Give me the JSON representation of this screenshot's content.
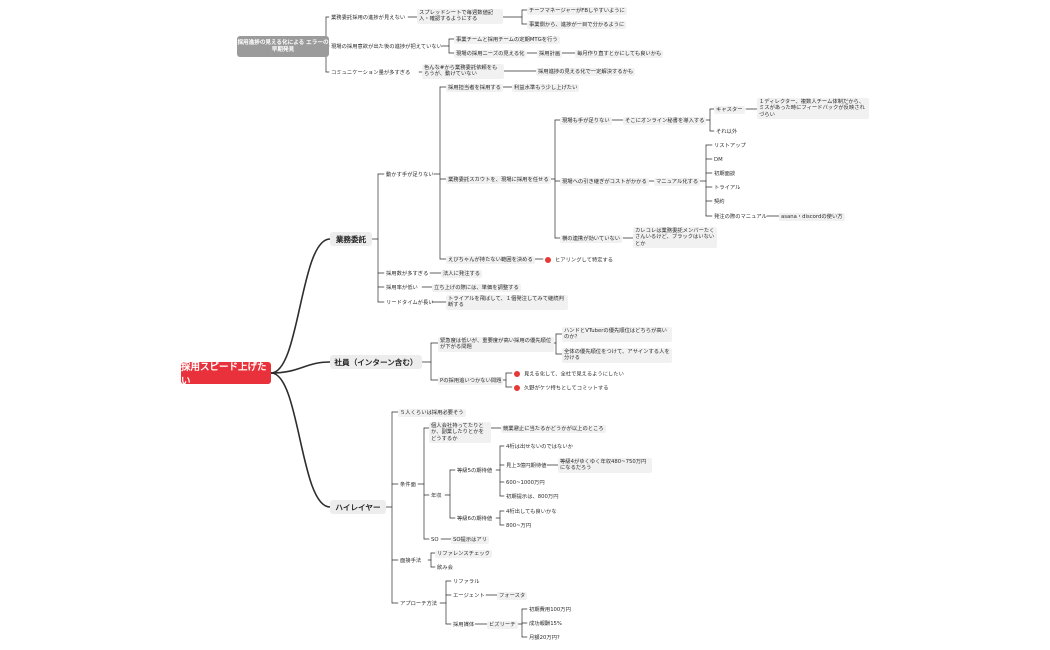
{
  "root": "採用スピード上げたい",
  "branches": {
    "gyomu": "業務委託",
    "shain": "社員（インターン含む）",
    "high": "ハイレイヤー"
  },
  "floating": {
    "title": "採用進捗の見える化による エラーの早期発見",
    "f1": "業務委託採用の進捗が見えない",
    "f1a": "スプレッドシートで毎週数値記入・確認するようにする",
    "f1a1": "チーフマネージャーがFBしやすいように",
    "f1a2": "事業側から、進捗が一目で分かるように",
    "f2": "現場の採用意欲が出た後の進捗が把えていない",
    "f2a": "事業チームと採用チームの定期MTGを行う",
    "f2b": "現場の採用ニーズの見える化",
    "f2b1": "採用計画",
    "f2b1a": "毎月作り直すとかにしても良いかも",
    "f3": "コミュニケーション量が多すぎる",
    "f3a": "色んな#から業務委託依頼をもらうが、動けていない",
    "f3a1": "採用進捗の見える化で一定解決するかも"
  },
  "gyomu": {
    "g1": "動かす手が足りない",
    "g1a": "採用担当者を採用する",
    "g1a1": "利益水準もう少し上げたい",
    "g1b": "業務委託スカウトを、現場に採用を任せる",
    "g1b1": "現場も手が足りない",
    "g1b1a": "そこにオンライン秘書を導入する",
    "g1b1a1": "キャスター",
    "g1b1a1a": "１ディレクター、複数人チーム体制だから、ミスがあった時にフィードバックが反映されづらい",
    "g1b1a2": "それ以外",
    "g1b2": "現場への引き継ぎがコストがかかる",
    "g1b2a": "マニュアル化する",
    "m1": "リストアップ",
    "m2": "DM",
    "m3": "初期面談",
    "m4": "トライアル",
    "m5": "契約",
    "m6": "発注の際のマニュアル",
    "m6a": "asana・discordの使い方",
    "g1b3": "横の連携が効いていない",
    "g1b3a": "カレコレは業務委託メンバーたくさんいるけど、ブラックはいないとか",
    "g1c": "えびちゃんが持たない範囲を決める",
    "g1c1": "ヒアリングして特定する",
    "g2": "採用数が多すぎる",
    "g2a": "法人に発注する",
    "g3": "採用率が低い",
    "g3a": "立ち上げの際には、単価を調整する",
    "g4": "リードタイムが長い",
    "g4a": "トライアルを飛ばして、１個発注してみて継続判断する"
  },
  "shain": {
    "s1": "緊急度は低いが、重要度が高い採用の優先順位が下がる問題",
    "s1a": "ハンドとVTuberの優先順位はどちらが高いのか？",
    "s1b": "全体の優先順位をつけて、アサインする人を分ける",
    "s2": "Pの採用追いつかない問題",
    "s2a": "見える化して、全社で見えるようにしたい",
    "s2b": "久野がケツ持ちとしてコミットする"
  },
  "high": {
    "h0": "５人くらいは採用必要そう",
    "h1": "条件面",
    "h1a": "個人会社持ってたりとか、副業したりとかをどうするか",
    "h1a1": "競業避止に当たるかどうかが以上のところ",
    "h1b": "年収",
    "h1b1": "等級5の期待値",
    "y1": "4桁は出せないのではないか",
    "y2": "見上3億円期待値",
    "y2a": "等級4がゆくゆく年収480~750万円になるだろう",
    "y3": "600~1000万円",
    "y4": "初期提示は、800万円",
    "h1b2": "等級6の期待値",
    "z1": "4桁出しても良いかな",
    "z2": "800~万円",
    "h1c": "SO",
    "h1c1": "SO提示はアリ",
    "h2": "面接手法",
    "h2a": "リファレンスチェック",
    "h2b": "飲み会",
    "h3": "アプローチ方法",
    "h3a": "リファラル",
    "h3b": "エージェント",
    "h3b1": "フォースタ",
    "h3c": "採用媒体",
    "h3c1": "ビズリーチ",
    "b1": "初期費用100万円",
    "b2": "成功報酬15%",
    "b3": "月額20万円?"
  }
}
